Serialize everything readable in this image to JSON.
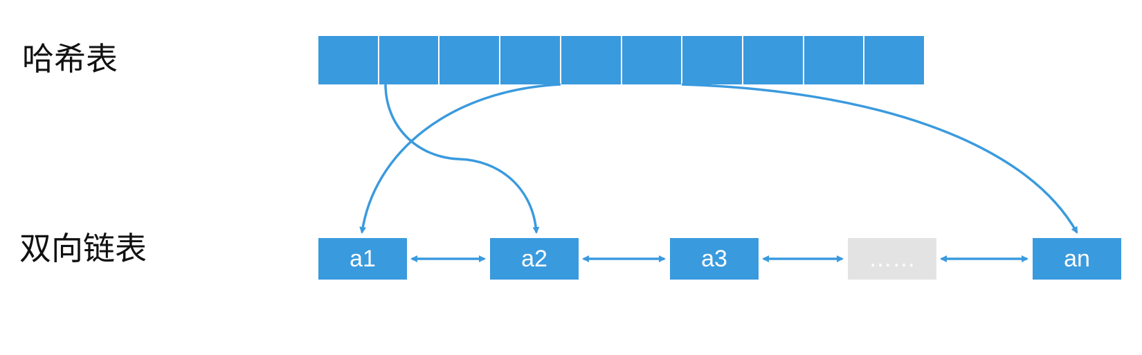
{
  "labels": {
    "hash_table": "哈希表",
    "doubly_linked_list": "双向链表"
  },
  "hash_table": {
    "bucket_count": 10
  },
  "linked_list": {
    "nodes": [
      {
        "label": "a1",
        "placeholder": false
      },
      {
        "label": "a2",
        "placeholder": false
      },
      {
        "label": "a3",
        "placeholder": false
      },
      {
        "label": "……",
        "placeholder": true
      },
      {
        "label": "an",
        "placeholder": false
      }
    ]
  },
  "colors": {
    "accent": "#3a9ade",
    "placeholder": "#e3e3e3",
    "edge": "#3a9ade"
  }
}
